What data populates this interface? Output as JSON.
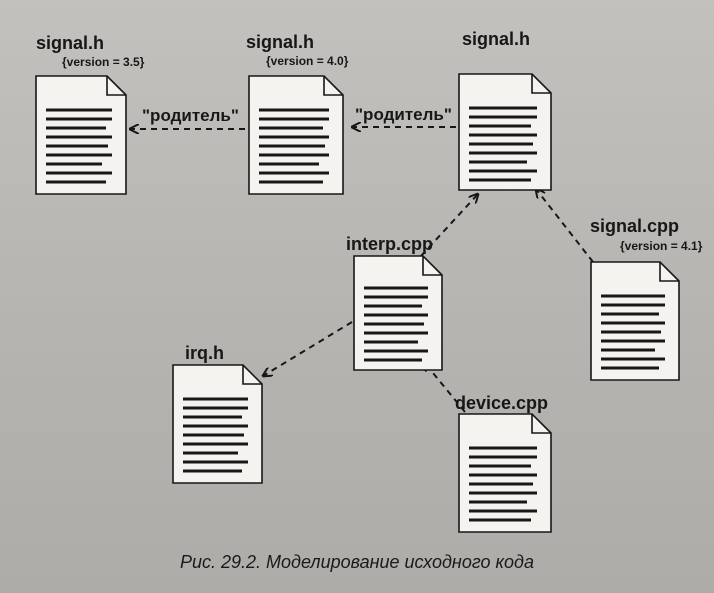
{
  "files": [
    {
      "id": "signal-h-35",
      "name": "signal.h",
      "tag": "{version = 3.5}"
    },
    {
      "id": "signal-h-40",
      "name": "signal.h",
      "tag": "{version = 4.0}"
    },
    {
      "id": "signal-h",
      "name": "signal.h"
    },
    {
      "id": "interp-cpp",
      "name": "interp.cpp"
    },
    {
      "id": "signal-cpp",
      "name": "signal.cpp",
      "tag": "{version = 4.1}"
    },
    {
      "id": "irq-h",
      "name": "irq.h"
    },
    {
      "id": "device-cpp",
      "name": "device.cpp"
    }
  ],
  "relations": {
    "parent_label": "\"родитель\""
  },
  "caption": "Рис. 29.2. Моделирование исходного кода",
  "colors": {
    "ink": "#171717",
    "paper": "#f4f3ef",
    "background": "#b8b6b2"
  }
}
